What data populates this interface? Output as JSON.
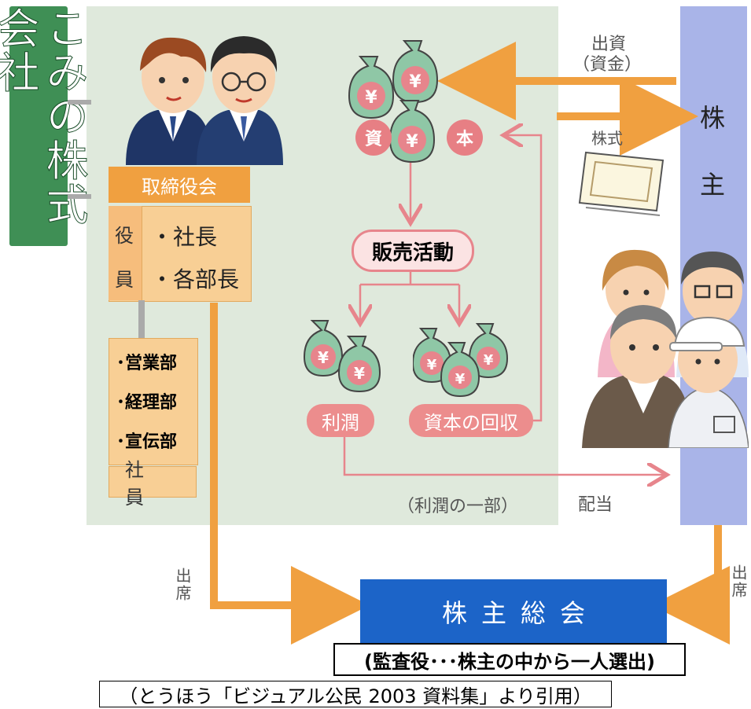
{
  "company": {
    "title": "こみの株式会社",
    "board_title": "取締役会",
    "officers_label_chars": [
      "役",
      "員"
    ],
    "officer_roles": [
      "・社長",
      "・各部長"
    ],
    "departments": [
      "･営業部",
      "･経理部",
      "･宣伝部"
    ],
    "employees": "社員"
  },
  "capital": {
    "left_label": "資",
    "right_label": "本",
    "yen_symbol": "¥"
  },
  "sales_activity": "販売活動",
  "profit": "利潤",
  "capital_recovery": "資本の回収",
  "profit_part": "（利潤の一部）",
  "dividend": "配当",
  "investment": "出資\n（資金）",
  "investment_lines": [
    "出資",
    "（資金）"
  ],
  "stock": "株式",
  "shareholders": {
    "label_1": "株",
    "label_2": "主"
  },
  "attend_left": "出席",
  "attend_right": "出席",
  "meeting": "株主総会",
  "auditor_note": "(監査役･･･株主の中から一人選出)",
  "source": "（とうほう「ビジュアル公民 2003 資料集」より引用）",
  "colors": {
    "company_panel": "#dfe9dc",
    "shareholder_bar": "#a9b4e8",
    "company_title": "#3f8f55",
    "orange_arrow": "#f0a040",
    "pink_arrow": "#e7858c",
    "meeting_blue": "#1c64c8",
    "money_bag": "#8fc7a6"
  },
  "icons": [
    "money-bag-icon",
    "stock-certificate-icon",
    "businessman-icon",
    "shareholder-person-icon"
  ]
}
